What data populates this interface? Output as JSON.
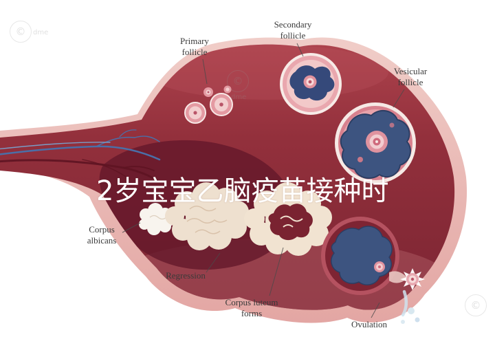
{
  "overlay": {
    "title": "2岁宝宝乙脑疫苗接种时"
  },
  "labels": {
    "primary_follicle": {
      "line1": "Primary",
      "line2": "follicle"
    },
    "secondary_follicle": {
      "line1": "Secondary",
      "line2": "follicle"
    },
    "vesicular_follicle": {
      "line1": "Vesicular",
      "line2": "follicle"
    },
    "corpus_albicans": {
      "line1": "Corpus",
      "line2": "albicans"
    },
    "regression": {
      "line1": "Regression",
      "line2": ""
    },
    "corpus_luteum": {
      "line1": "Corpus luteum",
      "line2": "forms"
    },
    "ovulation": {
      "line1": "Ovulation",
      "line2": ""
    }
  },
  "watermark": {
    "symbol": "©",
    "text": "dme"
  },
  "colors": {
    "background": "#ffffff",
    "ovary_outer_pink": "#e9b6b2",
    "ovary_body_red": "#8e2b38",
    "ovary_inner_dark": "#64182a",
    "follicle_fluid_blue": "#3d5480",
    "follicle_ring_pink": "#e9a7ae",
    "corpus_luteum_cream": "#f0e2d0",
    "corpus_albicans_white": "#f8f4ee",
    "vessel_blue": "#4a6fa8",
    "vessel_red": "#5e1422",
    "label_text": "#3a3a3a",
    "overlay_text": "#ffffff"
  }
}
